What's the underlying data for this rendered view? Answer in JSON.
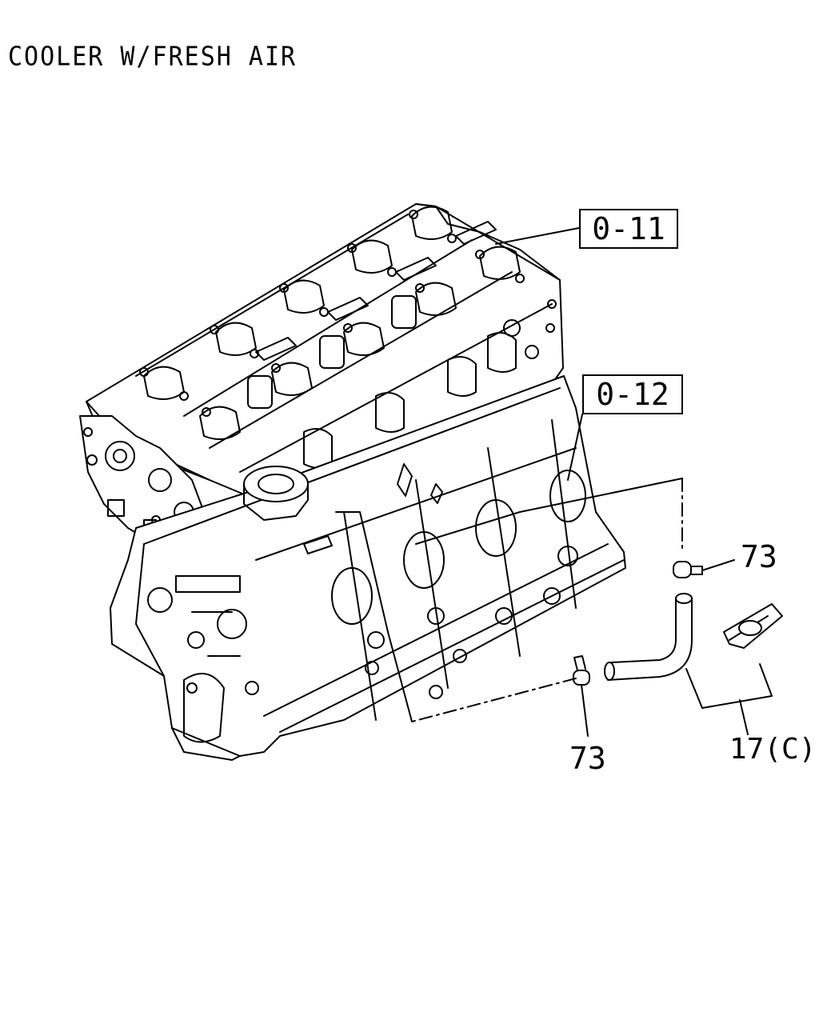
{
  "title": "COOLER W/FRESH AIR",
  "references": [
    {
      "label": "0-11"
    },
    {
      "label": "0-12"
    }
  ],
  "callouts": [
    {
      "label": "73"
    },
    {
      "label": "73"
    },
    {
      "label": "17(C)"
    }
  ],
  "colors": {
    "line": "#000000",
    "background": "#ffffff"
  }
}
